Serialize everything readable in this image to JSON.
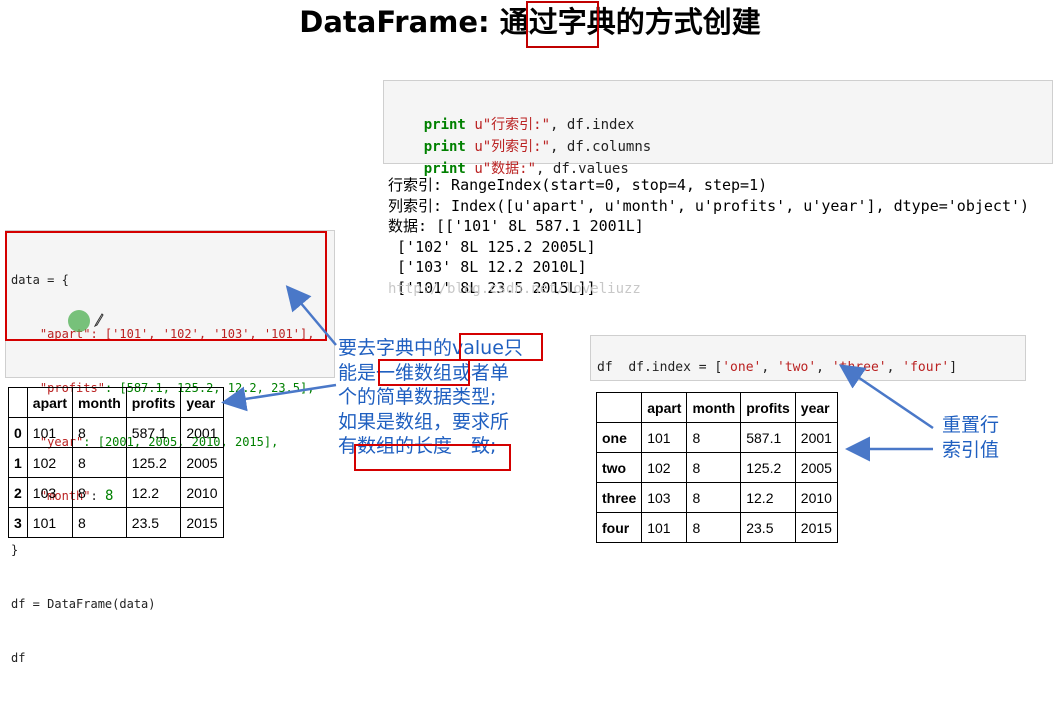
{
  "title": "DataFrame: 通过字典的方式创建",
  "cell_print": {
    "lines": [
      {
        "kw": "print",
        "str": "u\"行索引:\"",
        "rest": ", df.index"
      },
      {
        "kw": "print",
        "str": "u\"列索引:\"",
        "rest": ", df.columns"
      },
      {
        "kw": "print",
        "str": "u\"数据:\"",
        "rest": ", df.values"
      }
    ]
  },
  "output_print": {
    "lines": [
      "行索引: RangeIndex(start=0, stop=4, step=1)",
      "列索引: Index([u'apart', u'month', u'profits', u'year'], dtype='object')",
      "数据: [['101' 8L 587.1 2001L]",
      " ['102' 8L 125.2 2005L]",
      " ['103' 8L 12.2 2010L]",
      " ['101' 8L 23.5 2015L]]"
    ]
  },
  "watermark": "http://blog.csdn.net/loveliuzz",
  "cell_data": {
    "line_open": "data = {",
    "apart_key": "\"apart\"",
    "apart_vals": ": ['101', '102', '103', '101'],",
    "profits_key": "\"profits\"",
    "profits_vals": ": [587.1, 125.2, 12.2, 23.5],",
    "year_key": "\"year\"",
    "year_vals": ": [2001, 2005, 2010, 2015],",
    "month_key": "\"month\"",
    "month_sep": ": ",
    "month_val": "8",
    "line_close": "}",
    "line_df": "df = DataFrame(data)",
    "line_show": "df"
  },
  "cell_index": {
    "line1_a": "df.index = [",
    "line1_strs": [
      "'one'",
      "'two'",
      "'three'",
      "'four'"
    ],
    "line1_b": "]",
    "line2": "df"
  },
  "table_left": {
    "columns": [
      "",
      "apart",
      "month",
      "profits",
      "year"
    ],
    "rows": [
      [
        "0",
        "101",
        "8",
        "587.1",
        "2001"
      ],
      [
        "1",
        "102",
        "8",
        "125.2",
        "2005"
      ],
      [
        "2",
        "103",
        "8",
        "12.2",
        "2010"
      ],
      [
        "3",
        "101",
        "8",
        "23.5",
        "2015"
      ]
    ]
  },
  "table_right": {
    "columns": [
      "",
      "apart",
      "month",
      "profits",
      "year"
    ],
    "rows": [
      [
        "one",
        "101",
        "8",
        "587.1",
        "2001"
      ],
      [
        "two",
        "102",
        "8",
        "125.2",
        "2005"
      ],
      [
        "three",
        "103",
        "8",
        "12.2",
        "2010"
      ],
      [
        "four",
        "101",
        "8",
        "23.5",
        "2015"
      ]
    ]
  },
  "annotation_left": {
    "lines": [
      "要去字典中的value只",
      "能是一维数组或者单",
      "个的简单数据类型;",
      "如果是数组，要求所",
      "有数组的长度一致;"
    ]
  },
  "annotation_right": {
    "lines": [
      "重置行",
      "索引值"
    ]
  },
  "colors": {
    "annotation": "#1f5fc0",
    "highlight_box": "#d40000",
    "keyword": "#008000",
    "string": "#ba2121",
    "arrow": "#4a78c8"
  }
}
